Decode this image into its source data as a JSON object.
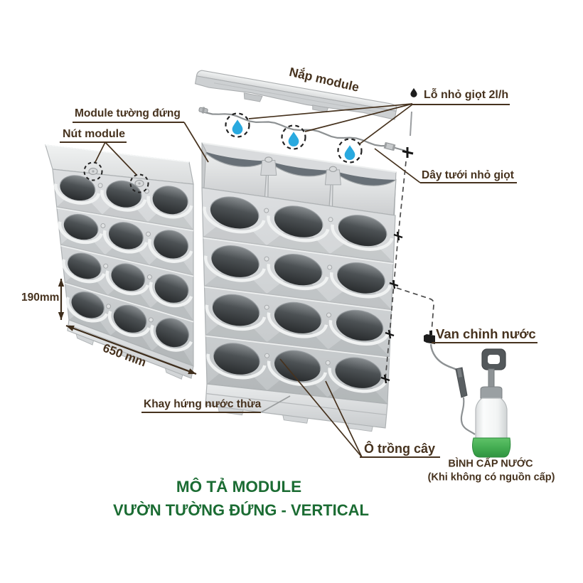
{
  "diagram": {
    "title": {
      "line1": "MÔ TẢ MODULE",
      "line2": "VƯỜN TƯỜNG ĐỨNG - VERTICAL"
    },
    "labels": {
      "lid": "Nắp module",
      "drip_hole": "Lỗ nhỏ giọt 2l/h",
      "wall_module": "Module tường đứng",
      "module_plug": "Nút module",
      "drip_line": "Dây tưới nhỏ giọt",
      "drain_tray": "Khay hứng nước thừa",
      "plant_cell": "Ô trồng cây",
      "water_valve": "Van chỉnh nước",
      "water_tank": "BÌNH CẤP NƯỚC",
      "water_tank_note": "(Khi không có nguồn cấp)"
    },
    "dimensions": {
      "module_height": "190mm",
      "module_width": "650 mm"
    },
    "module_grid": {
      "rows": 4,
      "cols": 3,
      "wall_count": 2
    },
    "drip_circle_count": 3,
    "colors": {
      "label": "#46321e",
      "title": "#1b6c33",
      "droplet": "#29a9df",
      "tank_base_green": "#44ad52",
      "module_grey": "#d7d9da",
      "pocket_dark": "#33383b"
    }
  }
}
